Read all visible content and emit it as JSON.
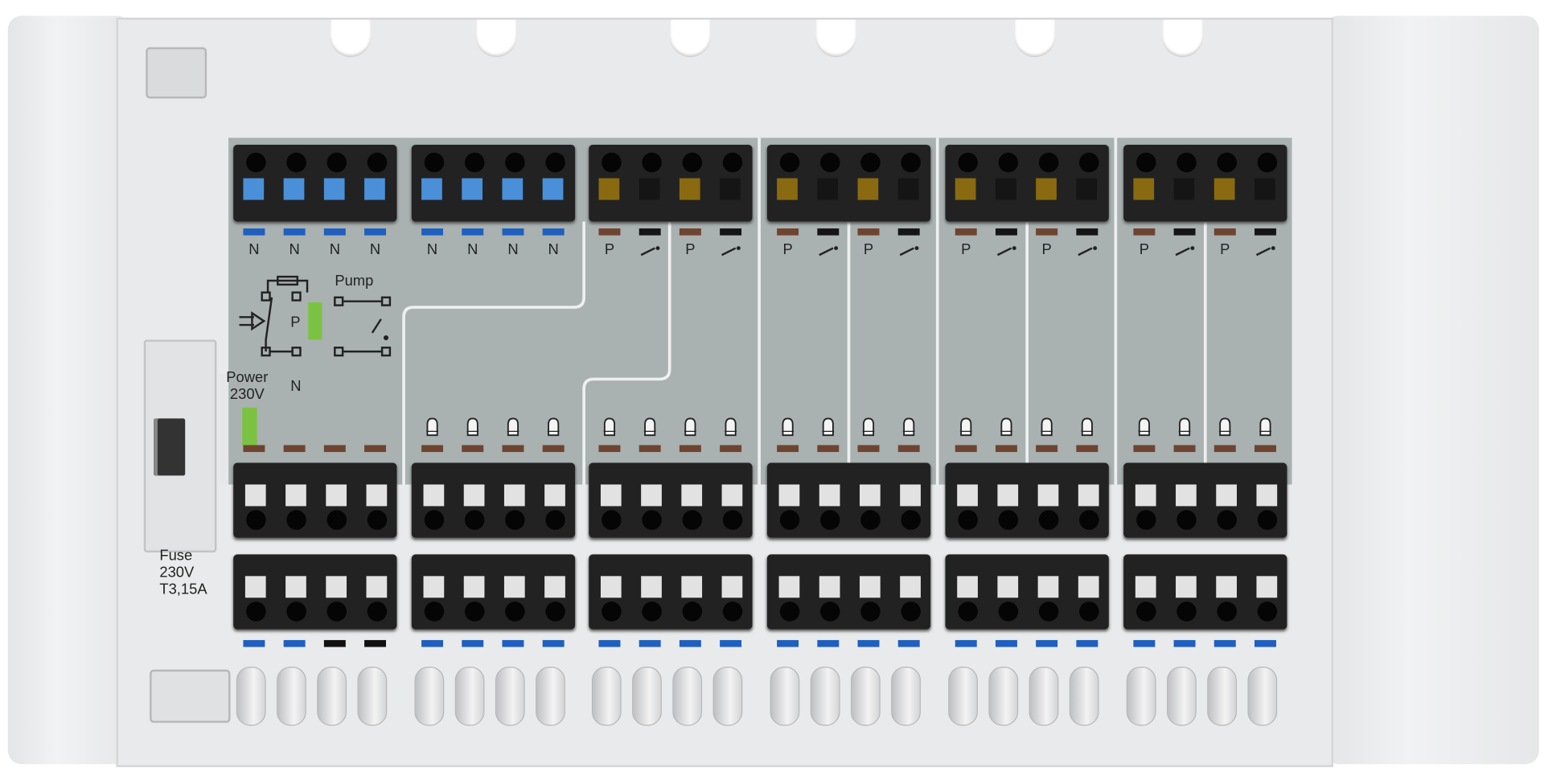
{
  "product": {
    "left_panel": {
      "power_label": "Power",
      "power_voltage": "230V",
      "pump_label": "Pump",
      "pump_p_label": "P",
      "pump_n_label": "N",
      "fuse_label": "Fuse",
      "fuse_voltage": "230V",
      "fuse_rating": "T3,15A"
    },
    "modules": [
      {
        "top_labels": [
          "N",
          "N",
          "N",
          "N"
        ],
        "type": "neutral"
      },
      {
        "top_labels": [
          "N",
          "N",
          "N",
          "N"
        ],
        "type": "neutral"
      },
      {
        "top_labels": [
          "P",
          "switch",
          "P",
          "switch"
        ],
        "type": "zone"
      },
      {
        "top_labels": [
          "P",
          "switch",
          "P",
          "switch"
        ],
        "type": "zone"
      },
      {
        "top_labels": [
          "P",
          "switch",
          "P",
          "switch"
        ],
        "type": "zone"
      },
      {
        "top_labels": [
          "P",
          "switch",
          "P",
          "switch"
        ],
        "type": "zone"
      }
    ],
    "bottom_marker_colors": [
      [
        "#1f5fbf",
        "#1f5fbf",
        "#111111",
        "#111111"
      ],
      [
        "#1f5fbf",
        "#1f5fbf",
        "#1f5fbf",
        "#1f5fbf"
      ],
      [
        "#1f5fbf",
        "#1f5fbf",
        "#1f5fbf",
        "#1f5fbf"
      ],
      [
        "#1f5fbf",
        "#1f5fbf",
        "#1f5fbf",
        "#1f5fbf"
      ],
      [
        "#1f5fbf",
        "#1f5fbf",
        "#1f5fbf",
        "#1f5fbf"
      ],
      [
        "#1f5fbf",
        "#1f5fbf",
        "#1f5fbf",
        "#1f5fbf"
      ]
    ],
    "colors": {
      "neutral_blue": "#4a90d9",
      "marker_blue": "#1f5fbf",
      "brown": "#6e4430",
      "ochre": "#8a6a10",
      "led_green": "#7cc242",
      "panel_gray": "#a9b1b1"
    }
  }
}
